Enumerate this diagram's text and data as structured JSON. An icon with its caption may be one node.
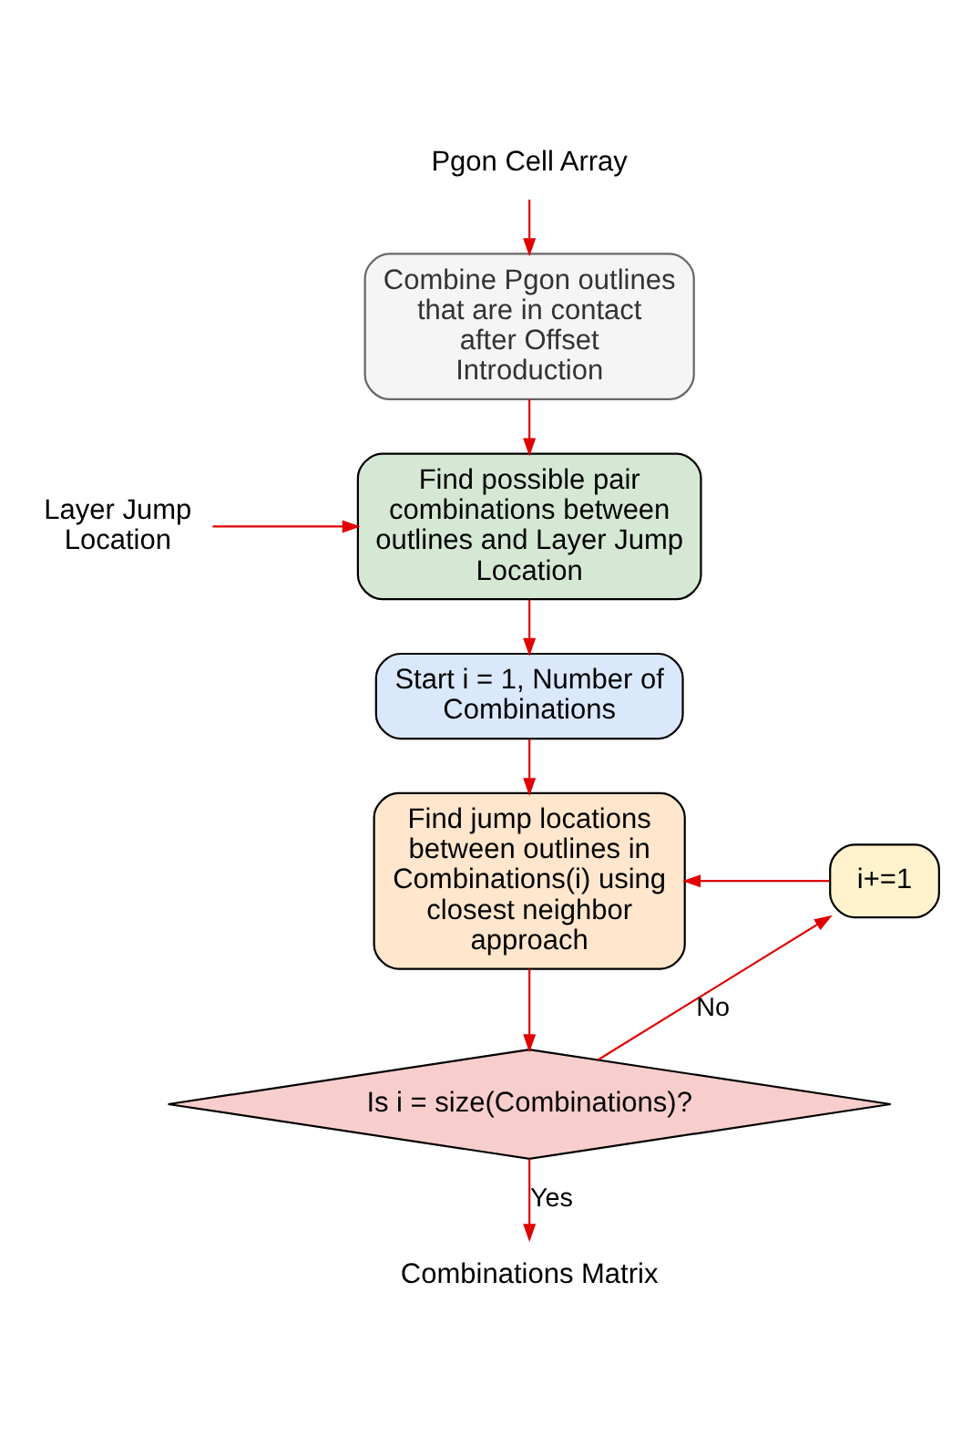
{
  "diagram": {
    "nodes": [
      {
        "text": [
          "Pgon Cell Array"
        ]
      },
      {
        "text": [
          "Combine Pgon outlines that are in contact after Offset Introduction"
        ]
      },
      {
        "text": [
          "Find possible pair combinations between outlines and Layer Jump Location"
        ]
      },
      {
        "text": [
          "Layer Jump Location"
        ]
      },
      {
        "text": [
          "Start i = 1, Number of Combinations"
        ]
      },
      {
        "text": [
          "Find jump locations between outlines in Combinations(i) using closest neighbor approach"
        ]
      },
      {
        "text": [
          "Is i = size(Combinations)?"
        ]
      },
      {
        "text": [
          "i+=1"
        ]
      },
      {
        "text": [
          "Combinations Matrix"
        ]
      }
    ],
    "edges": [
      {
        "from": 0,
        "to": 1,
        "arrow": "to"
      },
      {
        "from": 1,
        "to": 2,
        "arrow": "to"
      },
      {
        "from": 3,
        "to": 2,
        "arrow": "to"
      },
      {
        "from": 2,
        "to": 4,
        "arrow": "to"
      },
      {
        "from": 4,
        "to": 5,
        "arrow": "to"
      },
      {
        "from": 5,
        "to": 6,
        "arrow": "to"
      },
      {
        "from": 6,
        "to": 7,
        "label": "No",
        "arrow": "to"
      },
      {
        "from": 7,
        "to": 5,
        "arrow": "to"
      },
      {
        "from": 6,
        "to": 8,
        "label": "Yes",
        "arrow": "to"
      }
    ]
  }
}
